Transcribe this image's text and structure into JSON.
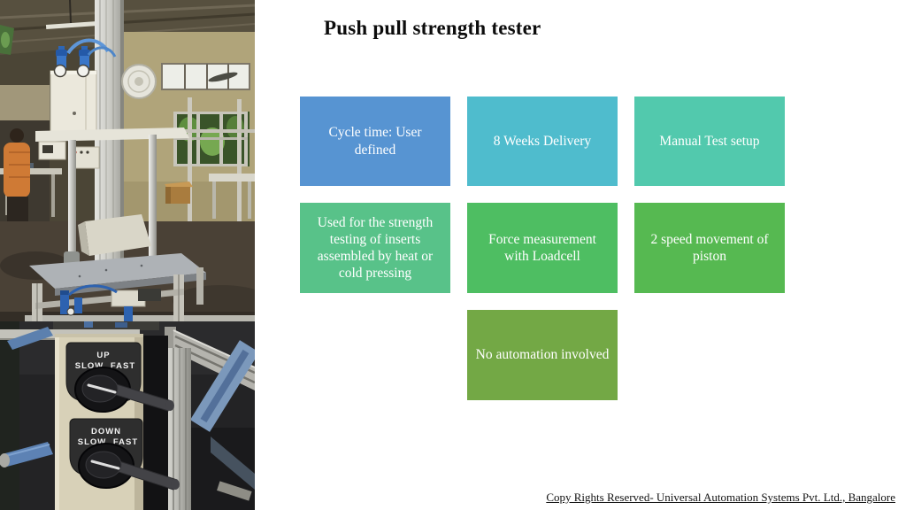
{
  "title": "Push pull strength tester",
  "boxes": [
    {
      "label": "Cycle time: User defined",
      "color": "#5794d2"
    },
    {
      "label": "8 Weeks Delivery",
      "color": "#4fbccd"
    },
    {
      "label": "Manual Test setup",
      "color": "#52c9ad"
    },
    {
      "label": "Used for the strength testing of inserts assembled by heat or cold pressing",
      "color": "#58c289"
    },
    {
      "label": "Force measurement with Loadcell",
      "color": "#4ebe62"
    },
    {
      "label": "2 speed movement of piston",
      "color": "#56b951"
    },
    {
      "label": "No automation involved",
      "color": "#73a845"
    }
  ],
  "controls_photo": {
    "up": {
      "label": "UP",
      "slow": "SLOW",
      "fast": "FAST"
    },
    "down": {
      "label": "DOWN",
      "slow": "SLOW",
      "fast": "FAST"
    }
  },
  "footer": {
    "text": "Copy Rights Reserved- Universal Automation Systems Pvt. Ltd., Bangalore"
  }
}
